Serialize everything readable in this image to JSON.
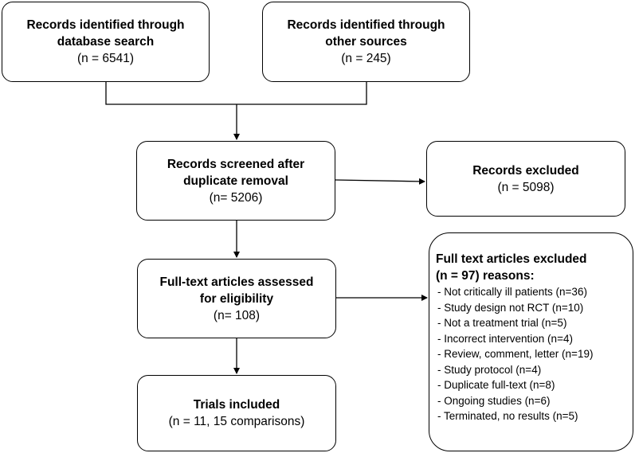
{
  "boxes": {
    "database_search": {
      "title_line1": "Records identified through",
      "title_line2": "database search",
      "count": "(n = 6541)"
    },
    "other_sources": {
      "title_line1": "Records identified through",
      "title_line2": "other sources",
      "count": "(n = 245)"
    },
    "screened": {
      "title_line1": "Records screened after",
      "title_line2": "duplicate removal",
      "count": "(n= 5206)"
    },
    "records_excluded": {
      "title_line1": "Records excluded",
      "count": "(n = 5098)"
    },
    "full_text_assessed": {
      "title_line1": "Full-text articles assessed",
      "title_line2": "for eligibility",
      "count": "(n= 108)"
    },
    "trials_included": {
      "title_line1": "Trials included",
      "count": "(n = 11, 15 comparisons)"
    },
    "full_text_excluded": {
      "title_line1": "Full text articles excluded",
      "title_line2": "(n = 97) reasons:",
      "reasons": [
        "Not critically ill patients (n=36)",
        "Study design not RCT (n=10)",
        "Not a treatment trial (n=5)",
        "Incorrect intervention (n=4)",
        "Review, comment, letter (n=19)",
        "Study protocol (n=4)",
        "Duplicate full-text (n=8)",
        "Ongoing studies (n=6)",
        "Terminated, no results (n=5)"
      ]
    }
  },
  "colors": {
    "line": "#000000",
    "box_fill": "#ffffff"
  }
}
